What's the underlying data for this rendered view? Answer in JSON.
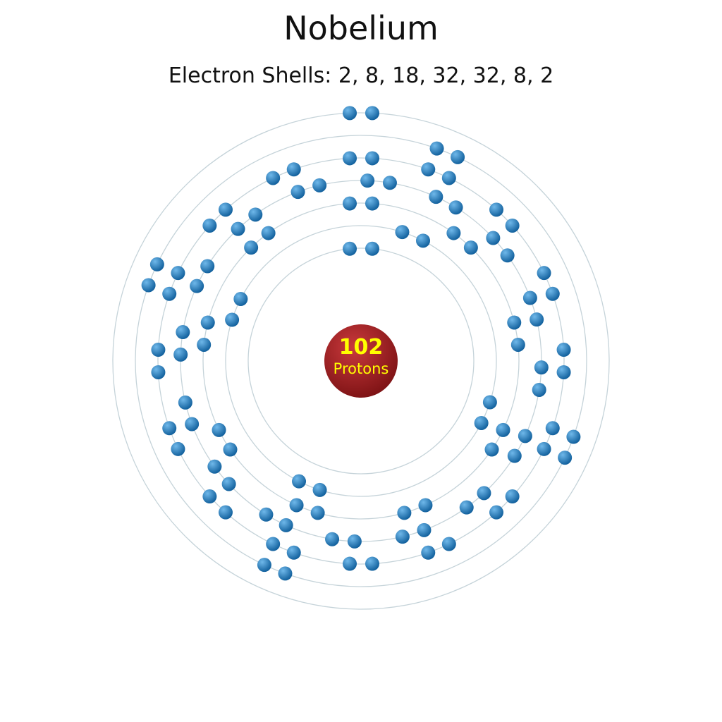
{
  "title": "Nobelium",
  "subtitle": "Electron Shells: 2, 8, 18, 32, 32, 8, 2",
  "nucleus": {
    "count": "102",
    "label": "Protons"
  },
  "shells": [
    2,
    8,
    18,
    32,
    32,
    8,
    2
  ],
  "colors": {
    "nucleus_light": "#c9393c",
    "nucleus_dark": "#7c1214",
    "nucleus_text": "#ffff00",
    "electron_light": "#6fb8ea",
    "electron_dark": "#0d5c99",
    "orbit_stroke": "#c5d3d9"
  }
}
